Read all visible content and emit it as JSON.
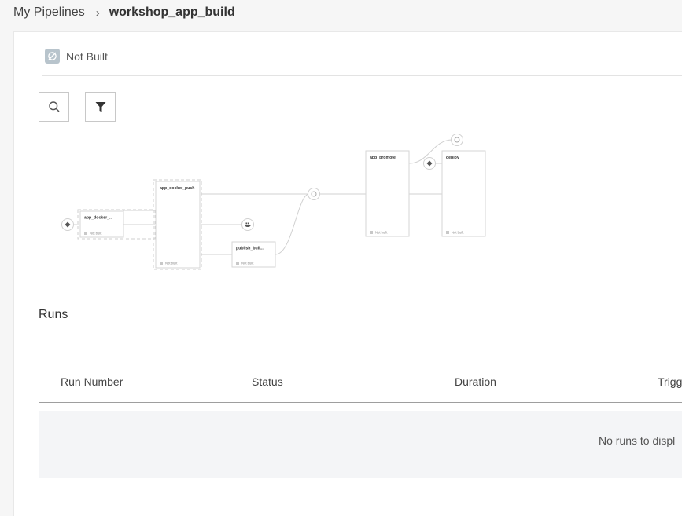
{
  "breadcrumb": {
    "parent": "My Pipelines",
    "separator": "›",
    "current": "workshop_app_build"
  },
  "pipeline_status": {
    "icon": "not-built-icon",
    "label": "Not Built"
  },
  "toolbar": {
    "search_icon": "search-icon",
    "filter_icon": "filter-icon"
  },
  "graph": {
    "nodes": [
      {
        "id": "app_docker_ci",
        "title": "app_docker_...",
        "status": "Not built"
      },
      {
        "id": "app_docker_push",
        "title": "app_docker_push",
        "status": "Not built"
      },
      {
        "id": "publish_build",
        "title": "publish_buil...",
        "status": "Not built"
      },
      {
        "id": "app_promote",
        "title": "app_promote",
        "status": "Not built"
      },
      {
        "id": "deploy",
        "title": "deploy",
        "status": "Not built"
      }
    ]
  },
  "runs": {
    "title": "Runs",
    "columns": [
      "Run Number",
      "Status",
      "Duration",
      "Trigg"
    ],
    "empty_message": "No runs to displ"
  },
  "colors": {
    "node_border": "#d6d6d6",
    "edge": "#d0d0d0",
    "status_icon_bg": "#b8c4cc"
  }
}
